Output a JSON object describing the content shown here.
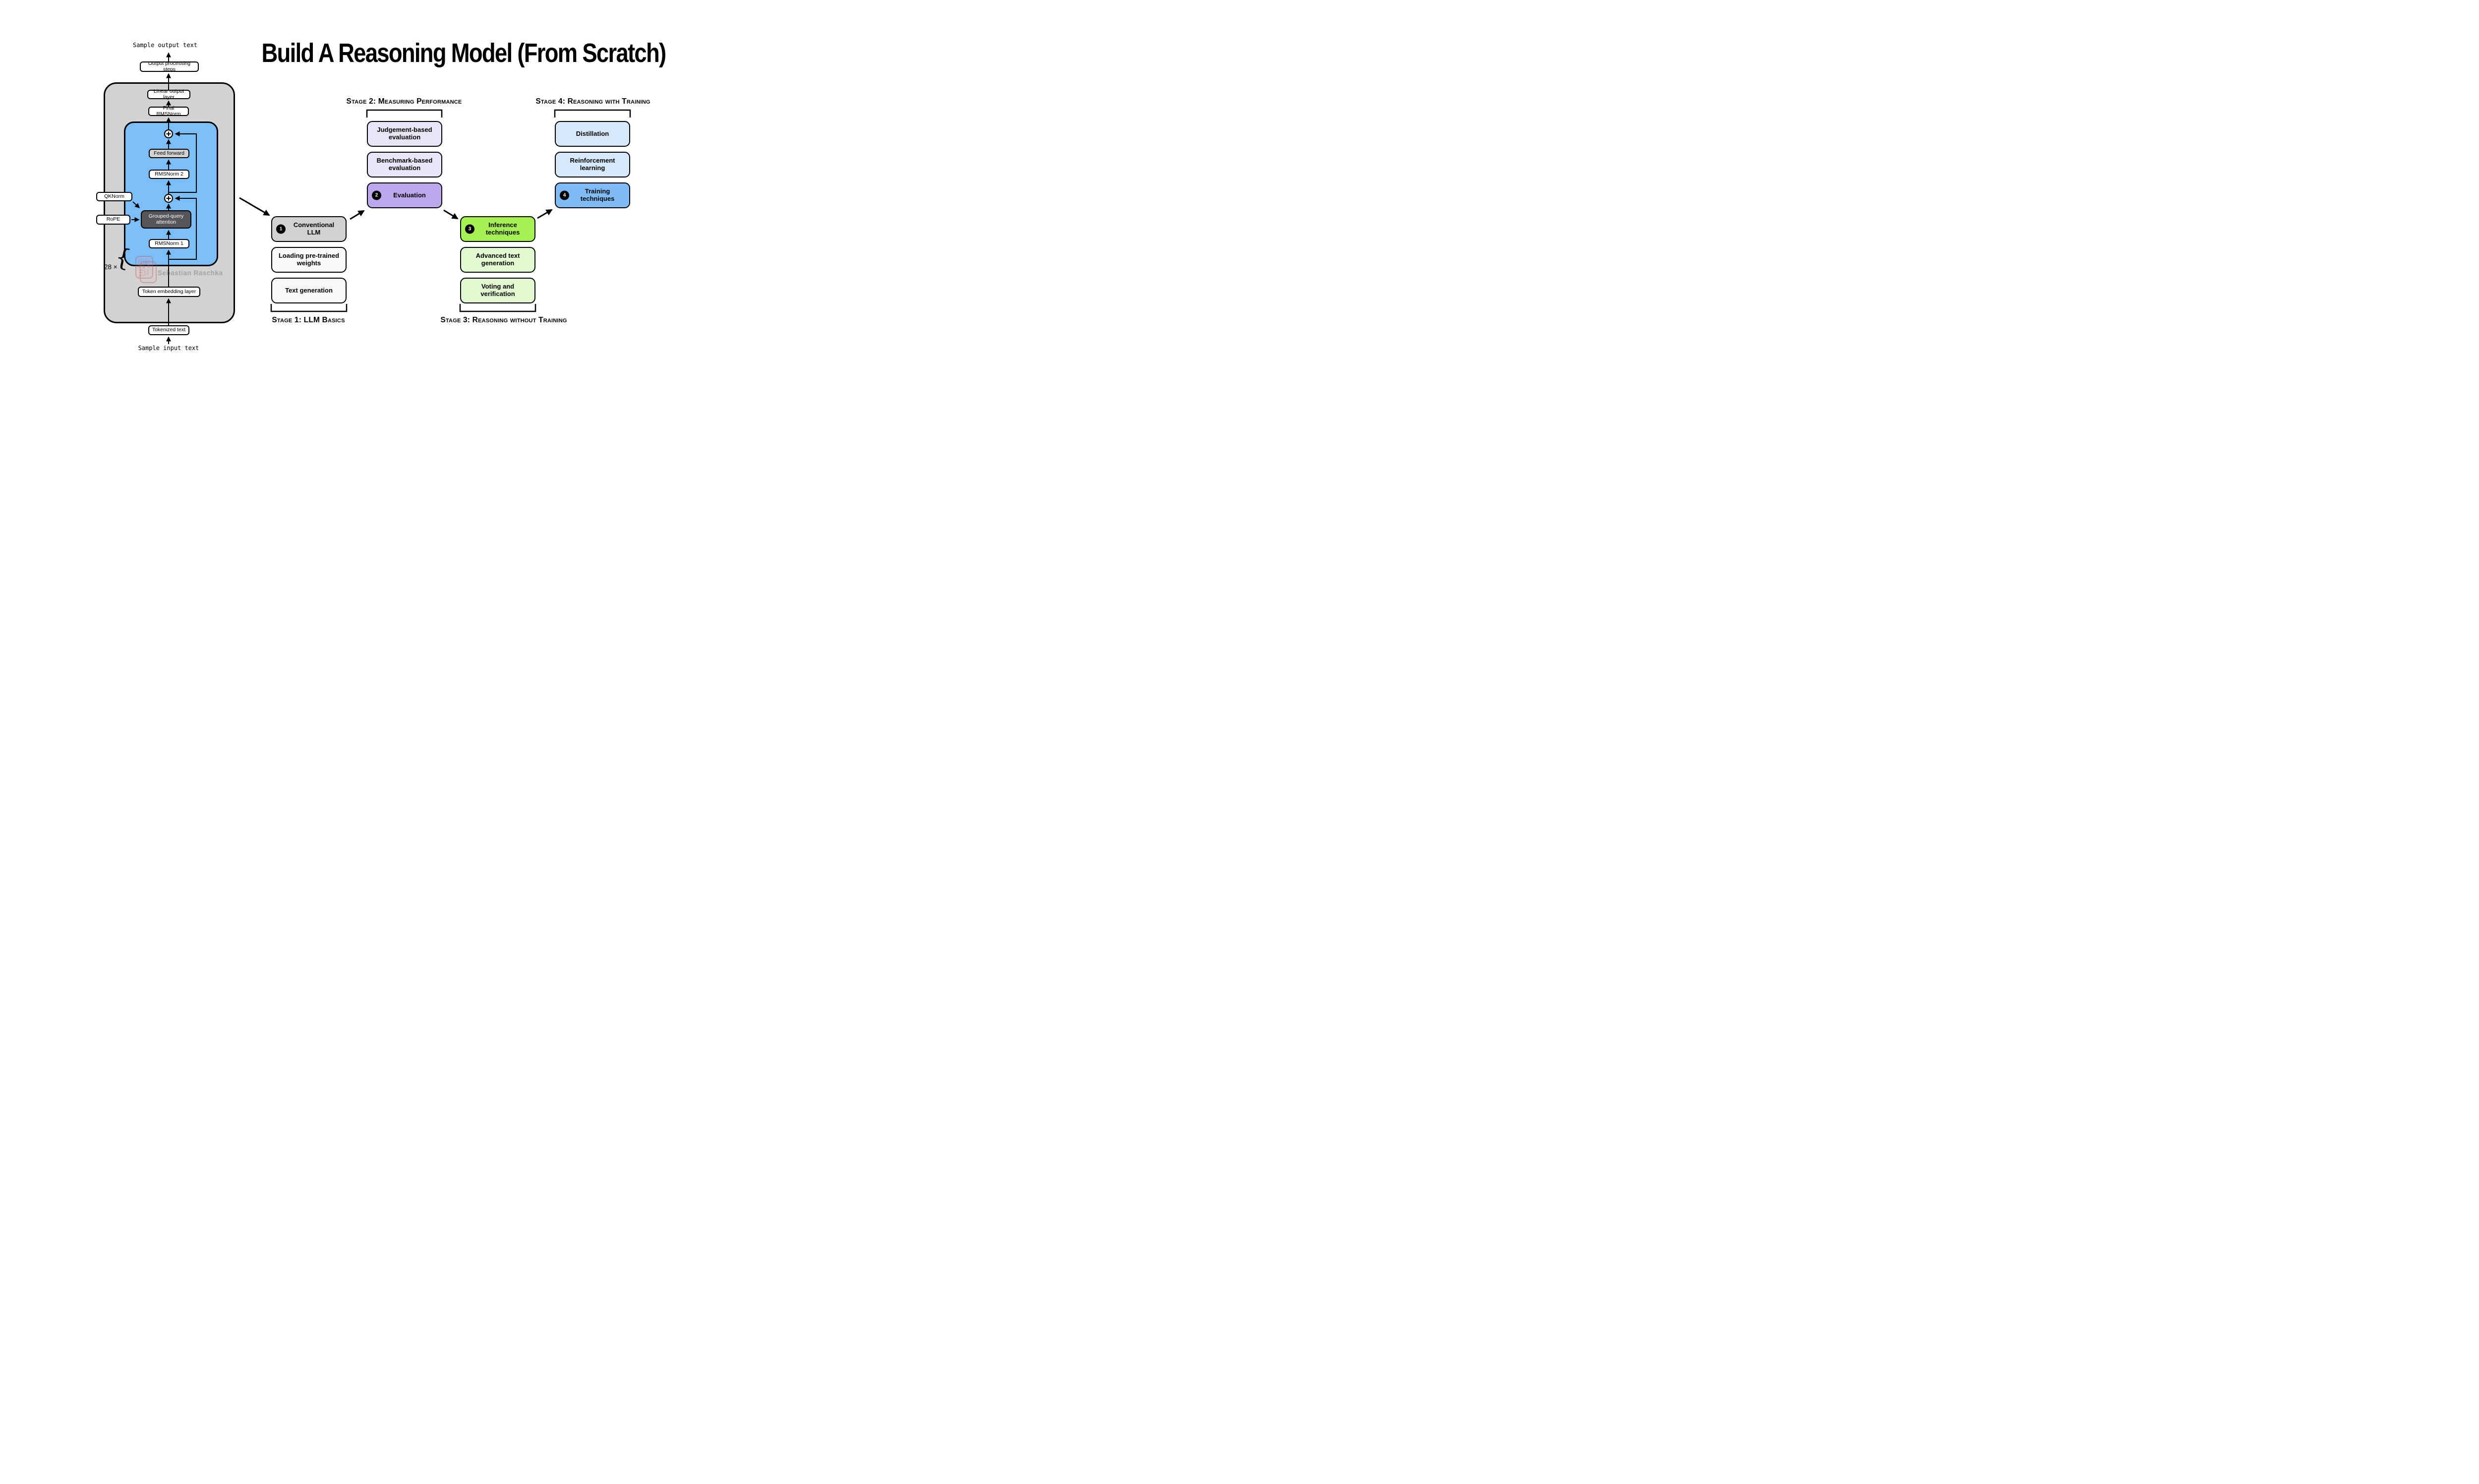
{
  "title": "Build A Reasoning Model (From Scratch)",
  "watermark": {
    "author": "Sebastian Raschka",
    "logo": "circuit-chip-logo"
  },
  "architecture": {
    "sample_output_label": "Sample output text",
    "output_processing_label": "Output processing steps",
    "linear_output_label": "Linear output layer",
    "final_rmsnorm_label": "Final RMSNorm",
    "feed_forward_label": "Feed forward",
    "rmsnorm2_label": "RMSNorm 2",
    "qknorm_label": "QKNorm",
    "rope_label": "RoPE",
    "gqa_label": "Grouped-query attention",
    "rmsnorm1_label": "RMSNorm 1",
    "repeat_label": "28 ×",
    "token_embedding_label": "Token embedding layer",
    "tokenized_label": "Tokenized text",
    "sample_input_label": "Sample input text"
  },
  "stages": [
    {
      "heading": "Stage 1: LLM Basics",
      "boxes": [
        {
          "label": "Conventional LLM",
          "badge": "1"
        },
        {
          "label": "Loading pre-trained weights"
        },
        {
          "label": "Text generation"
        }
      ]
    },
    {
      "heading": "Stage 2: Measuring Performance",
      "boxes": [
        {
          "label": "Judgement-based evaluation"
        },
        {
          "label": "Benchmark-based evaluation"
        },
        {
          "label": "Evaluation",
          "badge": "2"
        }
      ]
    },
    {
      "heading": "Stage 3: Reasoning without Training",
      "boxes": [
        {
          "label": "Inference techniques",
          "badge": "3"
        },
        {
          "label": "Advanced text generation"
        },
        {
          "label": "Voting and verification"
        }
      ]
    },
    {
      "heading": "Stage 4: Reasoning with Training",
      "boxes": [
        {
          "label": "Distillation"
        },
        {
          "label": "Reinforcement learning"
        },
        {
          "label": "Training techniques",
          "badge": "4"
        }
      ]
    }
  ],
  "colors": {
    "container_gray": "#D2D2D2",
    "transformer_blue": "#7CBEF9",
    "attention_dark": "#545659",
    "stage1_accent": "#D2D2D2",
    "stage1_light": "#F7F7F7",
    "stage2_accent": "#BCA7ED",
    "stage2_light": "#E8E4F5",
    "stage3_accent": "#A5F153",
    "stage3_light": "#E2F8D0",
    "stage4_accent": "#7FBCF7",
    "stage4_light": "#D8E8FB"
  }
}
